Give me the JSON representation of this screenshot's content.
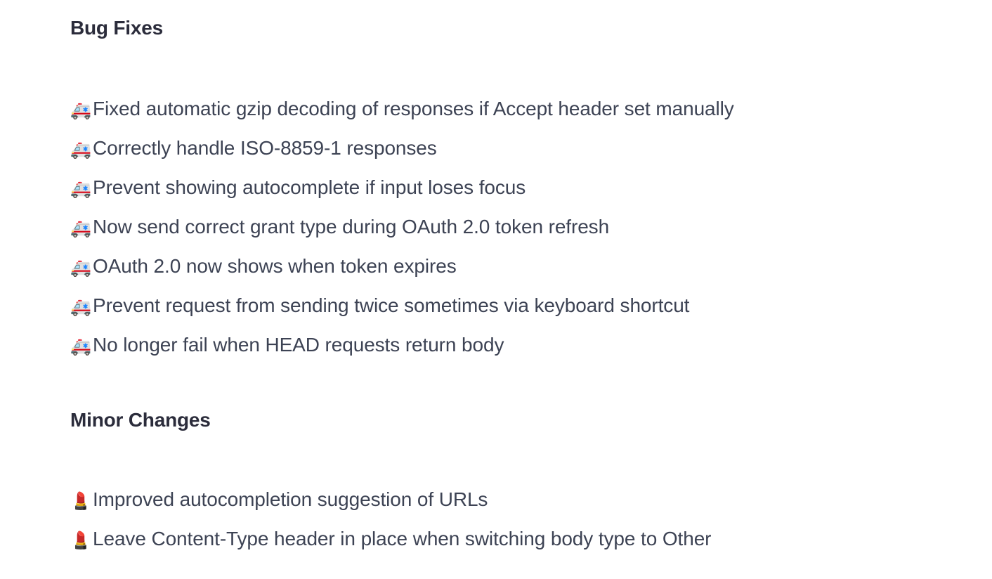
{
  "document": {
    "background_color": "#ffffff",
    "heading_color": "#2b2c3b",
    "body_text_color": "#3d4354"
  },
  "sections": [
    {
      "id": "bug-fixes",
      "heading": "Bug Fixes",
      "bullet_icon": "ambulance-icon",
      "bullet_glyph": "🚑",
      "items": [
        "Fixed automatic gzip decoding of responses if Accept header set manually",
        "Correctly handle ISO-8859-1 responses",
        "Prevent showing autocomplete if input loses focus",
        "Now send correct grant type during OAuth 2.0 token refresh",
        "OAuth 2.0 now shows when token expires",
        "Prevent request from sending twice sometimes via keyboard shortcut",
        "No longer fail when HEAD requests return body"
      ]
    },
    {
      "id": "minor-changes",
      "heading": "Minor Changes",
      "bullet_icon": "lipstick-icon",
      "bullet_glyph": "💄",
      "items": [
        "Improved autocompletion suggestion of URLs",
        "Leave Content-Type header in place when switching body type to Other"
      ]
    }
  ]
}
